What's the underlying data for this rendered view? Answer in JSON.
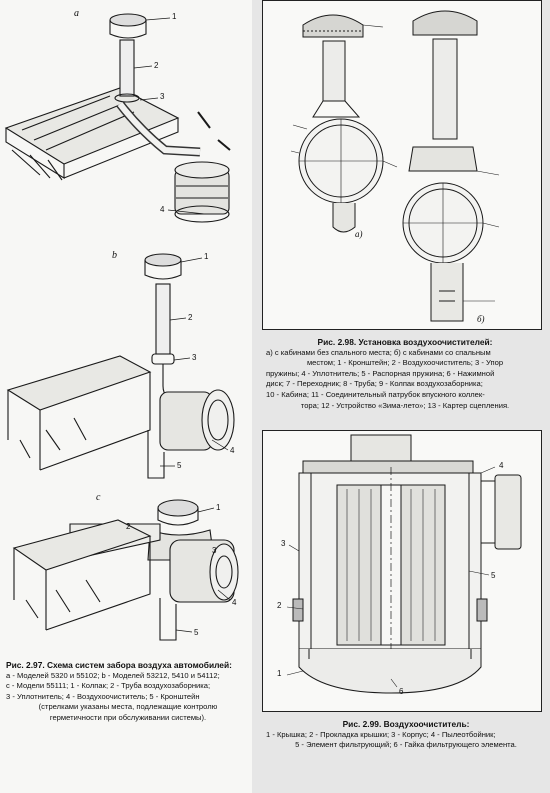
{
  "left": {
    "panel_labels": [
      "a",
      "b",
      "c"
    ],
    "callouts_a": [
      "1",
      "2",
      "3",
      "4"
    ],
    "callouts_b": [
      "1",
      "2",
      "3",
      "4",
      "5"
    ],
    "callouts_c": [
      "1",
      "2",
      "3",
      "4",
      "5"
    ],
    "caption": {
      "title": "Рис. 2.97. Схема систем забора воздуха автомобилей:",
      "line1": "а - Моделей 5320 и 55102; b - Моделей 53212, 5410 и 54112;",
      "line2": "c - Модели 55111; 1 - Колпак; 2 - Труба воздухозаборника;",
      "line3": "3 - Уплотнитель; 4 - Воздухоочиститель; 5 - Кронштейн",
      "line4": "(стрелками указаны места, подлежащие контролю",
      "line5": "герметичности при обслуживании системы)."
    }
  },
  "fig98": {
    "sub_a": "а)",
    "sub_b": "б)",
    "caption": {
      "title": "Рис. 2.98. Установка воздухоочистителей:",
      "line1": "а) с кабинами без спального места; б) с кабинами со спальным",
      "line2": "местом; 1 - Кронштейн; 2 - Воздухоочиститель; 3 - Упор",
      "line3": "пружины; 4 - Уплотнитель; 5 - Распорная пружина; 6 - Нажимной",
      "line4": "диск; 7 - Переходник; 8 - Труба; 9 - Колпак воздухозаборника;",
      "line5": "10 - Кабина; 11 - Соединительный патрубок впускного коллек-",
      "line6": "тора; 12 - Устройство «Зима-лето»; 13 - Картер сцепления."
    }
  },
  "fig99": {
    "callouts": [
      "1",
      "2",
      "3",
      "4",
      "5",
      "6"
    ],
    "caption": {
      "title": "Рис. 2.99. Воздухоочиститель:",
      "line1": "1 - Крышка; 2 - Прокладка крышки; 3 - Корпус; 4 - Пылеотбойник;",
      "line2": "5 - Элемент фильтрующий; 6 - Гайка фильтрующего элемента."
    }
  }
}
